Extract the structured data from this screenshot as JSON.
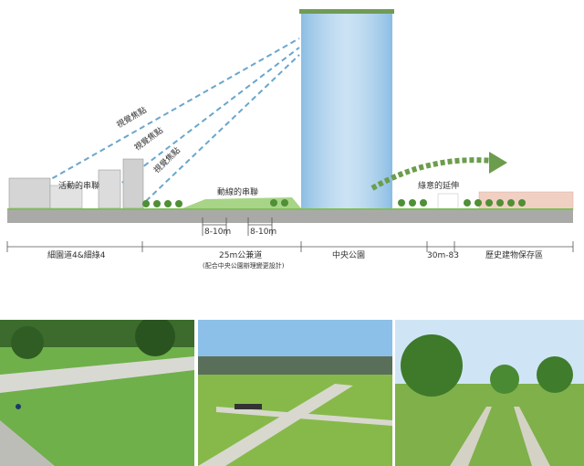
{
  "diagram": {
    "sightline_labels": [
      "視覺焦點",
      "視覺焦點",
      "視覺焦點"
    ],
    "label_activity": "活動的串聯",
    "label_dynamic": "動線的串聯",
    "label_green": "綠意的延伸",
    "dim_left": "8-10m",
    "dim_right": "8-10m",
    "zones": [
      {
        "label": "細園道4&細綠4"
      },
      {
        "label": "25m公兼道",
        "note": "(配合中央公園辦理變更設計)"
      },
      {
        "label": "中央公園"
      },
      {
        "label": "30m-83"
      },
      {
        "label": "歷史建物保存區"
      }
    ]
  },
  "colors": {
    "ground": "#a9aaa8",
    "grass": "#7fbf56",
    "sightline": "#6aa6cc",
    "arrow": "#6b9d4c",
    "tower": "#9ec8e8"
  },
  "photos": [
    {
      "name": "park-lawn-photo"
    },
    {
      "name": "park-paths-photo"
    },
    {
      "name": "park-trees-photo"
    }
  ]
}
